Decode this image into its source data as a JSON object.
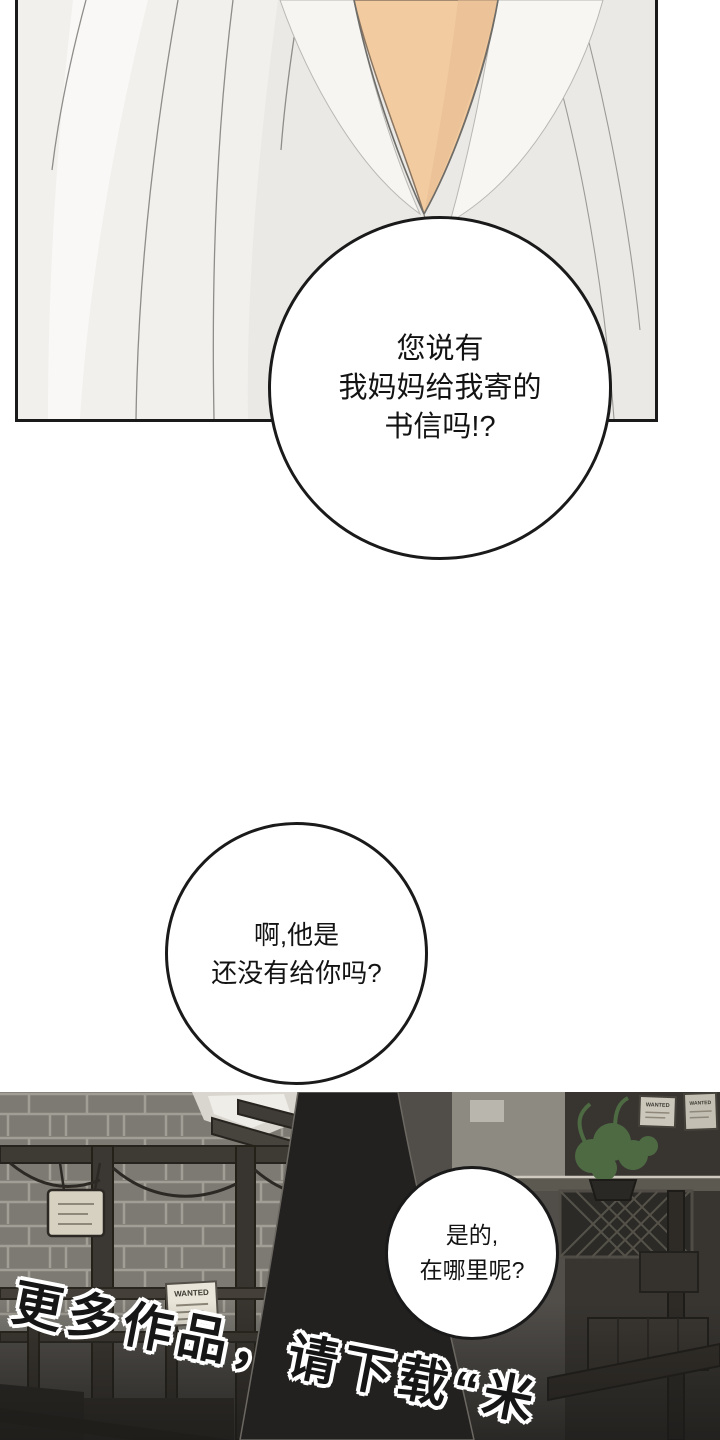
{
  "panel_top": {
    "bubble": {
      "line1": "您说有",
      "line2": "我妈妈给我寄的",
      "line3": "书信吗!?"
    }
  },
  "middle": {
    "bubble": {
      "line1": "啊,他是",
      "line2": "还没有给你吗?"
    }
  },
  "panel_bottom": {
    "bubble": {
      "line1": "是的,",
      "line2": "在哪里呢?"
    },
    "wanted_label": "WANTED"
  },
  "watermark": {
    "text": "更多作品，请下载“米"
  },
  "colors": {
    "skin": "#f2cba0",
    "skin_shade": "#e7bd93",
    "plant": "#4d6a43",
    "silhouette": "#232120",
    "outline": "#1a1a1a"
  }
}
